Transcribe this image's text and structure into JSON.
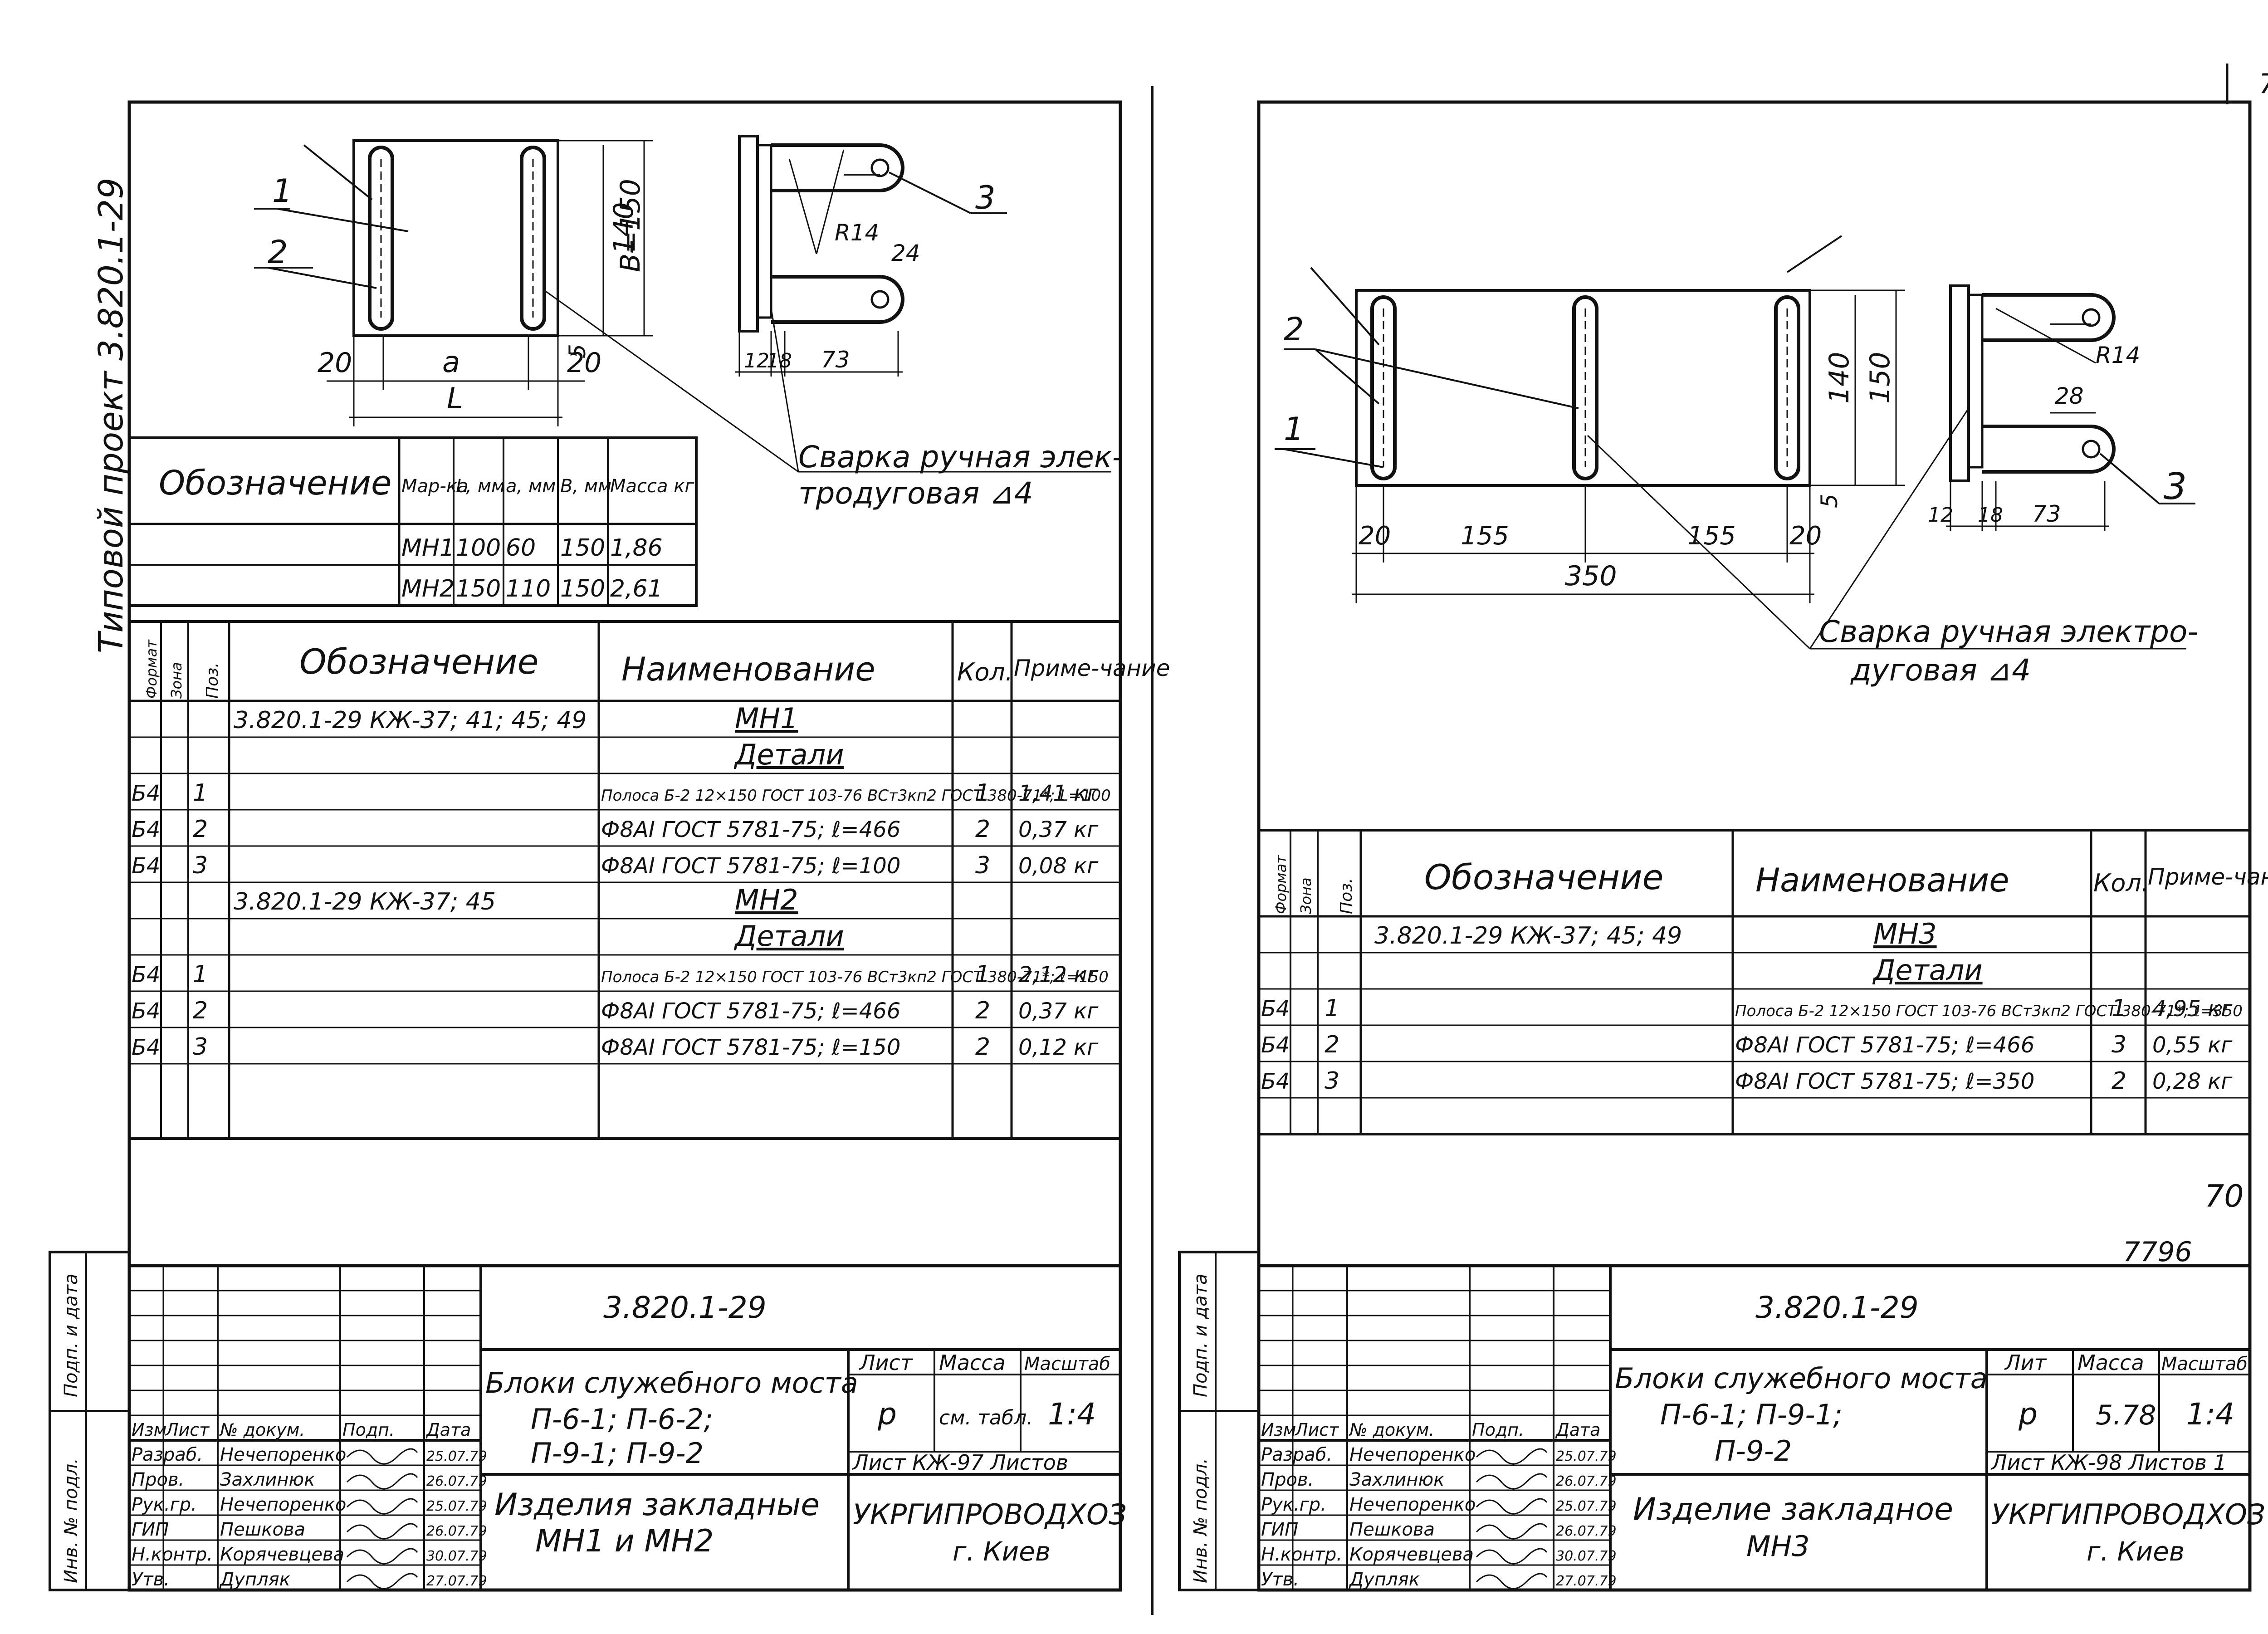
{
  "page_number_top": "70",
  "page_number_right": "70",
  "stamp_number": "7796",
  "side_label": "Типовой проект   3.820.1-29",
  "corner_labels": {
    "sign_date": "Подп. и дата",
    "inv_no": "Инв. № подл."
  },
  "left": {
    "drawing": {
      "pos1": "1",
      "pos2": "2",
      "pos3": "3",
      "dim_20a": "20",
      "dim_a": "a",
      "dim_20b": "20",
      "dim_L": "L",
      "dim_140": "140",
      "dim_B150": "B=150",
      "dim_5": "5",
      "dim_12": "12",
      "dim_18": "18",
      "dim_73": "73",
      "dim_R14": "R14",
      "dim_24": "24",
      "weld_note_1": "Сварка ручная элек-",
      "weld_note_2": "тродуговая  ⊿4"
    },
    "mark_table": {
      "header": [
        "Обозначение",
        "Мар-ка",
        "L, мм",
        "a, мм",
        "B, мм",
        "Масса кг"
      ],
      "rows": [
        [
          "",
          "МН1",
          "100",
          "60",
          "150",
          "1,86"
        ],
        [
          "",
          "МН2",
          "150",
          "110",
          "150",
          "2,61"
        ]
      ]
    },
    "spec": {
      "header": {
        "format": "Формат",
        "zone": "Зона",
        "pos": "Поз.",
        "designation": "Обозначение",
        "name": "Наименование",
        "qty": "Кол.",
        "note": "Приме-чание"
      },
      "rows": [
        {
          "f": "",
          "pos": "",
          "des": "3.820.1-29    КЖ-37; 41; 45; 49",
          "name": "МН1",
          "qty": "",
          "note": ""
        },
        {
          "f": "",
          "pos": "",
          "des": "",
          "name": "Детали",
          "qty": "",
          "note": ""
        },
        {
          "f": "Б4",
          "pos": "1",
          "des": "",
          "name": "Полоса Б-2 12×150 ГОСТ 103-76 ВСт3кп2 ГОСТ 380-71*; L=100",
          "qty": "1",
          "note": "1,41 кг"
        },
        {
          "f": "Б4",
          "pos": "2",
          "des": "",
          "name": "Ф8АI ГОСТ 5781-75; ℓ=466",
          "qty": "2",
          "note": "0,37 кг"
        },
        {
          "f": "Б4",
          "pos": "3",
          "des": "",
          "name": "Ф8АI ГОСТ 5781-75; ℓ=100",
          "qty": "3",
          "note": "0,08 кг"
        },
        {
          "f": "",
          "pos": "",
          "des": "3.820.1-29       КЖ-37; 45",
          "name": "МН2",
          "qty": "",
          "note": ""
        },
        {
          "f": "",
          "pos": "",
          "des": "",
          "name": "Детали",
          "qty": "",
          "note": ""
        },
        {
          "f": "Б4",
          "pos": "1",
          "des": "",
          "name": "Полоса Б-2 12×150 ГОСТ 103-76 ВСт3кп2 ГОСТ 380-71*; ℓ=150",
          "qty": "1",
          "note": "2,12 кг"
        },
        {
          "f": "Б4",
          "pos": "2",
          "des": "",
          "name": "Ф8АI ГОСТ 5781-75; ℓ=466",
          "qty": "2",
          "note": "0,37 кг"
        },
        {
          "f": "Б4",
          "pos": "3",
          "des": "",
          "name": "Ф8АI ГОСТ 5781-75; ℓ=150",
          "qty": "2",
          "note": "0,12 кг"
        }
      ]
    },
    "title_block": {
      "code": "3.820.1-29",
      "col_heads": [
        "Изм",
        "Лист",
        "№ докум.",
        "Подп.",
        "Дата"
      ],
      "people": [
        [
          "Разраб.",
          "Нечепоренко",
          "25.07.79"
        ],
        [
          "Пров.",
          "Захлинюк",
          "26.07.79"
        ],
        [
          "Рук.гр.",
          "Нечепоренко",
          "25.07.79"
        ],
        [
          "ГИП",
          "Пешкова",
          "26.07.79"
        ],
        [
          "Н.контр.",
          "Корячевцева",
          "30.07.79"
        ],
        [
          "Утв.",
          "Дупляк",
          "27.07.79"
        ]
      ],
      "title_1": "Блоки служебного моста",
      "title_2": "П-6-1;   П-6-2;",
      "title_3": "П-9-1;   П-9-2",
      "subtitle_1": "Изделия закладные",
      "subtitle_2": "МН1 и МН2",
      "lit_head": "Лист",
      "mass_head": "Масса",
      "scale_head": "Масштаб",
      "lit": "р",
      "mass": "см. табл.",
      "scale": "1:4",
      "sheet_row": "Лист КЖ-97  Листов",
      "org_1": "УКРГИПРОВОДХОЗ",
      "org_2": "г. Киев"
    }
  },
  "right": {
    "drawing": {
      "pos1": "1",
      "pos2": "2",
      "pos3": "3",
      "dim_20a": "20",
      "dim_155a": "155",
      "dim_155b": "155",
      "dim_20b": "20",
      "dim_350": "350",
      "dim_140": "140",
      "dim_150": "150",
      "dim_5": "5",
      "dim_12": "12",
      "dim_18": "18",
      "dim_73": "73",
      "dim_R14": "R14",
      "dim_28": "28",
      "weld_note_1": "Сварка ручная электро-",
      "weld_note_2": "дуговая  ⊿4"
    },
    "spec": {
      "header": {
        "format": "Формат",
        "zone": "Зона",
        "pos": "Поз.",
        "designation": "Обозначение",
        "name": "Наименование",
        "qty": "Кол.",
        "note": "Приме-чание"
      },
      "rows": [
        {
          "f": "",
          "pos": "",
          "des": "3.820.1-29    КЖ-37; 45; 49",
          "name": "МН3",
          "qty": "",
          "note": ""
        },
        {
          "f": "",
          "pos": "",
          "des": "",
          "name": "Детали",
          "qty": "",
          "note": ""
        },
        {
          "f": "Б4",
          "pos": "1",
          "des": "",
          "name": "Полоса Б-2 12×150 ГОСТ 103-76 ВСт3кп2 ГОСТ 380-71*; ℓ=350",
          "qty": "1",
          "note": "4,95 кг"
        },
        {
          "f": "Б4",
          "pos": "2",
          "des": "",
          "name": "Ф8АI ГОСТ 5781-75;  ℓ=466",
          "qty": "3",
          "note": "0,55 кг"
        },
        {
          "f": "Б4",
          "pos": "3",
          "des": "",
          "name": "Ф8АI ГОСТ 5781-75; ℓ=350",
          "qty": "2",
          "note": "0,28 кг"
        }
      ]
    },
    "title_block": {
      "code": "3.820.1-29",
      "col_heads": [
        "Изм",
        "Лист",
        "№ докум.",
        "Подп.",
        "Дата"
      ],
      "people": [
        [
          "Разраб.",
          "Нечепоренко",
          "25.07.79"
        ],
        [
          "Пров.",
          "Захлинюк",
          "26.07.79"
        ],
        [
          "Рук.гр.",
          "Нечепоренко",
          "25.07.79"
        ],
        [
          "ГИП",
          "Пешкова",
          "26.07.79"
        ],
        [
          "Н.контр.",
          "Корячевцева",
          "30.07.79"
        ],
        [
          "Утв.",
          "Дупляк",
          "27.07.79"
        ]
      ],
      "title_1": "Блоки служебного моста",
      "title_2": "П-6-1;  П-9-1;",
      "title_3": "П-9-2",
      "subtitle_1": "Изделие закладное",
      "subtitle_2": "МН3",
      "lit_head": "Лит",
      "mass_head": "Масса",
      "scale_head": "Масштаб",
      "lit": "р",
      "mass": "5.78",
      "scale": "1:4",
      "sheet_row": "Лист КЖ-98  Листов 1",
      "org_1": "УКРГИПРОВОДХОЗ",
      "org_2": "г. Киев"
    }
  }
}
